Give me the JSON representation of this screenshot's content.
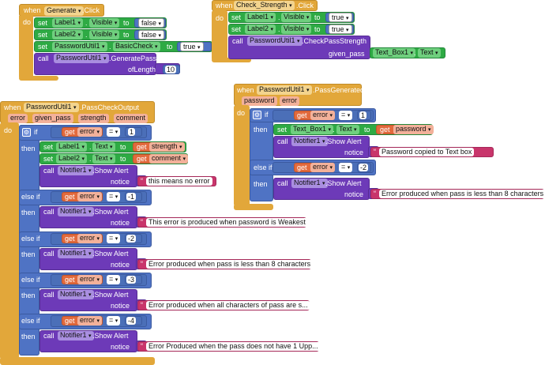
{
  "kw": {
    "when": "when",
    "do": "do",
    "set": "set",
    "to": "to",
    "call": "call",
    "get": "get",
    "if": "if",
    "then": "then",
    "else_if": "else if",
    "eq": "=",
    "dot": "."
  },
  "b1": {
    "component": "Generate",
    "event": ".Click",
    "label1": "Label1",
    "label2": "Label2",
    "visible": "Visible",
    "false": "false",
    "true": "true",
    "password_util": "PasswordUtil1",
    "basic_check": "BasicCheck",
    "method": ".GeneratePass",
    "param": "ofLength",
    "param_value": "10"
  },
  "b2": {
    "component": "Check_Strength",
    "event": ".Click",
    "label1": "Label1",
    "label2": "Label2",
    "visible": "Visible",
    "true": "true",
    "password_util": "PasswordUtil1",
    "method": ".CheckPassStrength",
    "param": "given_pass",
    "textbox": "Text_Box1",
    "text": "Text"
  },
  "b3": {
    "component": "PasswordUtil1",
    "event": ".PassGenerated",
    "params": [
      "password",
      "error"
    ],
    "error": "error",
    "one": "1",
    "minus_two": "-2",
    "textbox": "Text_Box1",
    "text": "Text",
    "password": "password",
    "notifier": "Notifier1",
    "show_alert": ".Show Alert",
    "notice": "notice",
    "msg1": "Password copied to Text box",
    "msg2": "Error produced when pass is less than 8 characters"
  },
  "b4": {
    "component": "PasswordUtil1",
    "event": ".PassCheckOutput",
    "params": [
      "error",
      "given_pass",
      "strength",
      "comment"
    ],
    "error": "error",
    "label1": "Label1",
    "label2": "Label2",
    "text": "Text",
    "strength": "strength",
    "comment": "comment",
    "notifier": "Notifier1",
    "show_alert": ".Show Alert",
    "notice": "notice",
    "conds": [
      "1",
      "-1",
      "-2",
      "-3",
      "-4"
    ],
    "msgs": [
      "this means no error",
      "This error is produced when password is Weakest",
      "Error produced when pass is less than 8 characters",
      "Error produced when all characters of pass are s...",
      "Error Produced when the pass does not have 1 Upp..."
    ]
  }
}
